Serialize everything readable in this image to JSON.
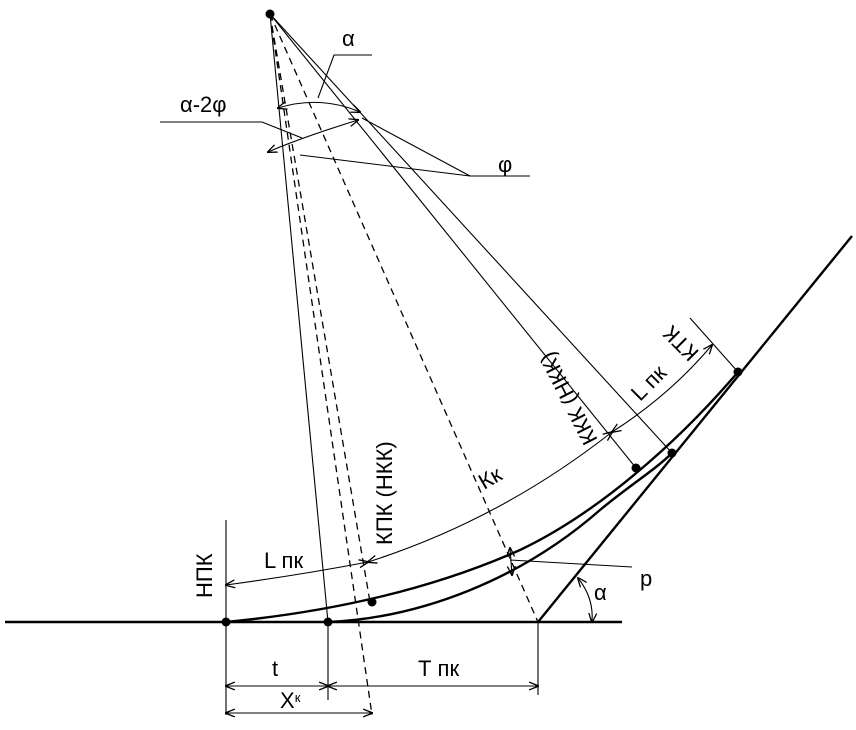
{
  "labels": {
    "alpha_top": "α",
    "alpha_minus_2phi": "α-2φ",
    "phi": "φ",
    "npk": "НПК",
    "l_pk_left": "L пк",
    "kpk_nkk": "КПК (НКК)",
    "kk": "Кк",
    "kkk_nkk": "ККК (НКК)",
    "l_pk_right": "L пк",
    "ktk": "КТК",
    "p": "p",
    "alpha_right": "α",
    "t": "t",
    "t_pk": "Т пк",
    "x_main": "X",
    "x_sub": "к"
  }
}
